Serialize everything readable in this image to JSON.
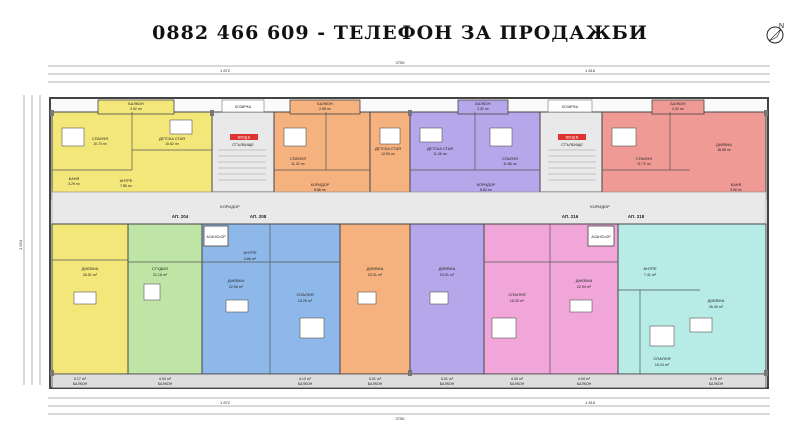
{
  "headline": "0882 466 609 - ТЕЛЕФОН ЗА ПРОДАЖБИ",
  "compass": {
    "letter": "N"
  },
  "colors": {
    "yellow": "#f4e77a",
    "green": "#bfe5a6",
    "blue": "#8fb8ea",
    "orange": "#f5b27f",
    "purple": "#b6a6ea",
    "pink": "#f0a6d9",
    "cyan": "#b7ebe6",
    "salmon": "#f09a95",
    "corridor": "#e9e9e9",
    "wall": "#444444"
  },
  "dimensions": {
    "top_total": "3755",
    "top_left": "1 872",
    "top_right": "1 818",
    "bottom_total": "3755",
    "bottom_left": "1 872",
    "bottom_right": "1 818",
    "left_side": "1 634"
  },
  "labels": {
    "balcony": "БАЛКОН",
    "elevator": "АСАНСЬОР",
    "stairs": "СТЪЛБИЩЕ",
    "corridor": "КОРИДОР",
    "kozirka": "КОЗИРКА"
  },
  "top_rooms": [
    {
      "id": "t1",
      "name": "БАЛКОН",
      "area": "3.92 m²"
    },
    {
      "id": "t2",
      "name": "СПАЛНЯ",
      "area": "10.70 m²"
    },
    {
      "id": "t3",
      "name": "ДЕТСКА СТАЯ",
      "area": "10.62 m²"
    },
    {
      "id": "t4",
      "name": "БАНЯ",
      "area": "3.29 m²"
    },
    {
      "id": "t5",
      "name": "АНТРЕ",
      "area": "7.86 m²"
    },
    {
      "id": "t6",
      "name": "СПАЛНЯ",
      "area": "11.22 m²"
    },
    {
      "id": "t7",
      "name": "БАЛКОН",
      "area": "2.95 m²"
    },
    {
      "id": "t8",
      "name": "ДЕТСКА СТАЯ",
      "area": "12.53 m²"
    },
    {
      "id": "t9",
      "name": "КОРИДОР",
      "area": "8.86 m²"
    },
    {
      "id": "t10",
      "name": "БАЛКОН",
      "area": "2.92 m²"
    },
    {
      "id": "t11",
      "name": "ДЕТСКА СТАЯ",
      "area": "11.06 m²"
    },
    {
      "id": "t12",
      "name": "СПАЛНЯ",
      "area": "11.86 m²"
    },
    {
      "id": "t13",
      "name": "КОРИДОР",
      "area": "8.60 m²"
    },
    {
      "id": "t14",
      "name": "БАЛКОН",
      "area": "2.92 m²"
    },
    {
      "id": "t15",
      "name": "СПАЛНЯ",
      "area": "11.72 m²"
    },
    {
      "id": "t16",
      "name": "ДНЕВНА",
      "area": "18.68 m²"
    },
    {
      "id": "t17",
      "name": "БАНЯ",
      "area": "3.90 m²"
    }
  ],
  "bottom_rooms": [
    {
      "id": "b1",
      "name": "ДНЕВНА",
      "area": "26.51 m²"
    },
    {
      "id": "b2",
      "name": "СТУДИО",
      "area": "21.18 m²"
    },
    {
      "id": "b3",
      "name": "АНТРЕ",
      "area": "3.66 m²"
    },
    {
      "id": "b4",
      "name": "ДНЕВНА",
      "area": "22.06 m²"
    },
    {
      "id": "b5",
      "name": "СПАЛНЯ",
      "area": "15.29 m²"
    },
    {
      "id": "b6",
      "name": "ДНЕВНА",
      "area": "23.01 m²"
    },
    {
      "id": "b7",
      "name": "ДНЕВНА",
      "area": "23.01 m²"
    },
    {
      "id": "b8",
      "name": "СПАЛНЯ",
      "area": "15.20 m²"
    },
    {
      "id": "b9",
      "name": "ДНЕВНА",
      "area": "22.94 m²"
    },
    {
      "id": "b10",
      "name": "АНТРЕ",
      "area": "7.41 m²"
    },
    {
      "id": "b11",
      "name": "ДНЕВНА",
      "area": "26.49 m²"
    },
    {
      "id": "b12",
      "name": "СПАЛНЯ",
      "area": "16.24 m²"
    }
  ],
  "balconies_bottom": [
    {
      "id": "bb1",
      "name": "БАЛКОН",
      "area": "5.17 m²"
    },
    {
      "id": "bb2",
      "name": "БАЛКОН",
      "area": "4.94 m²"
    },
    {
      "id": "bb3",
      "name": "БАЛКОН",
      "area": "4.13 m²"
    },
    {
      "id": "bb4",
      "name": "БАЛКОН",
      "area": "5.51 m²"
    },
    {
      "id": "bb5",
      "name": "БАЛКОН",
      "area": "5.01 m²"
    },
    {
      "id": "bb6",
      "name": "БАЛКОН",
      "area": "4.30 m²"
    },
    {
      "id": "bb7",
      "name": "БАЛКОН",
      "area": "4.94 m²"
    },
    {
      "id": "bb8",
      "name": "БАЛКОН",
      "area": "6.75 m²"
    }
  ],
  "apartments": [
    {
      "id": "a1",
      "label": "АП. 204"
    },
    {
      "id": "a2",
      "label": "АП. 208"
    },
    {
      "id": "a3",
      "label": "АП. 216"
    },
    {
      "id": "a4",
      "label": "АП. 218"
    }
  ],
  "entrances": [
    {
      "id": "e1",
      "label": "ВХОД Б"
    },
    {
      "id": "e2",
      "label": "ВХОД В"
    }
  ]
}
